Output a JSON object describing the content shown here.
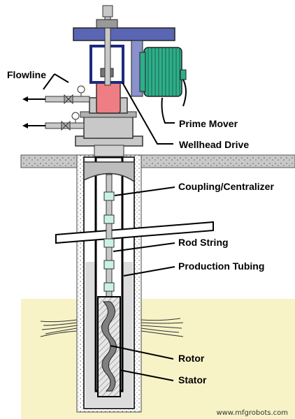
{
  "labels": {
    "flowline": "Flowline",
    "prime_mover": "Prime Mover",
    "wellhead_drive": "Wellhead Drive",
    "coupling_centralizer": "Coupling/Centralizer",
    "rod_string": "Rod String",
    "production_tubing": "Production Tubing",
    "rotor": "Rotor",
    "stator": "Stator"
  },
  "watermark": "www.mfgrobots.com",
  "colors": {
    "frame_blue": "#5a66b4",
    "motor_green": "#2fae8a",
    "pink_housing": "#ee7d84",
    "gray": "#c8c8c8",
    "formation_yellow": "#f7f3c7"
  }
}
